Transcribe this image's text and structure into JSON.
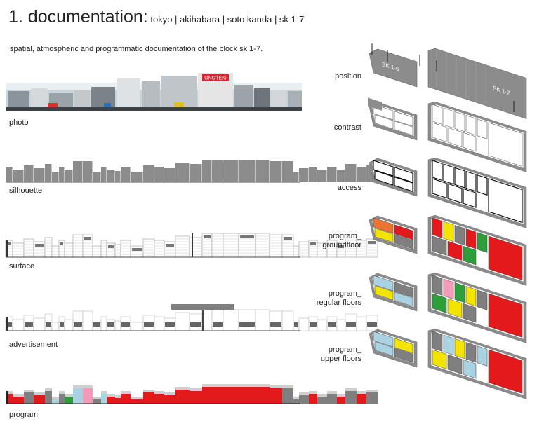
{
  "header": {
    "title_main": "1. documentation:",
    "title_sub": " tokyo | akihabara | soto kanda | sk 1-7",
    "subtitle": "spatial, atmospheric and programmatic documentation of the block sk 1-7."
  },
  "elevations": {
    "labels": [
      "photo",
      "silhouette",
      "surface",
      "advertisement",
      "program"
    ]
  },
  "plans": {
    "labels": [
      {
        "line1": "position",
        "line2": ""
      },
      {
        "line1": "contrast",
        "line2": ""
      },
      {
        "line1": "access",
        "line2": ""
      },
      {
        "line1": "program_",
        "line2": "groundfloor"
      },
      {
        "line1": "program_",
        "line2": "regular floors"
      },
      {
        "line1": "program_",
        "line2": "upper floors"
      }
    ],
    "block_left": "SK 1-6",
    "block_right": "SK 1-7"
  },
  "photo_sign": "ONOTEKI",
  "colors": {
    "silhouette": "#8c8c8c",
    "program_red": "#e3191b",
    "program_grey": "#7f7f7f",
    "program_blue": "#a9d3e2",
    "program_pink": "#f29ab8",
    "program_green": "#2e9e3a",
    "program_yellow": "#f2e400",
    "program_orange": "#ee7330"
  }
}
